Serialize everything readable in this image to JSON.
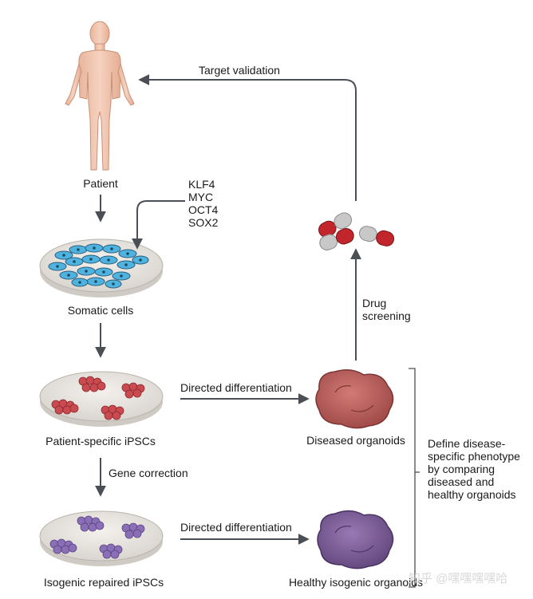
{
  "labels": {
    "patient": "Patient",
    "somatic_cells": "Somatic cells",
    "patient_ipscs": "Patient-specific iPSCs",
    "isogenic_ipscs": "Isogenic repaired iPSCs",
    "diseased_organoids": "Diseased organoids",
    "healthy_organoids": "Healthy isogenic organoids",
    "target_validation": "Target validation",
    "drug_screening": [
      "Drug",
      "screening"
    ],
    "gene_correction": "Gene correction",
    "directed_diff_1": "Directed differentiation",
    "directed_diff_2": "Directed differentiation",
    "factors": [
      "KLF4",
      "MYC",
      "OCT4",
      "SOX2"
    ],
    "phenotype": [
      "Define disease-",
      "specific phenotype",
      "by comparing",
      "diseased and",
      "healthy organoids"
    ]
  },
  "watermark": "知乎 @嘿嘿嘿嘿哈",
  "colors": {
    "arrow": "#4a4e55",
    "skin": "#f2c9b4",
    "dish": "#e6e3df",
    "somatic_cell": "#4fb3e0",
    "patient_cell": "#c94a4f",
    "repaired_cell": "#8a6fb6",
    "diseased_organoid": "#b95f5c",
    "healthy_organoid": "#7a5a93",
    "capsule_red": "#c0262c",
    "capsule_grey": "#bdbdbd"
  }
}
